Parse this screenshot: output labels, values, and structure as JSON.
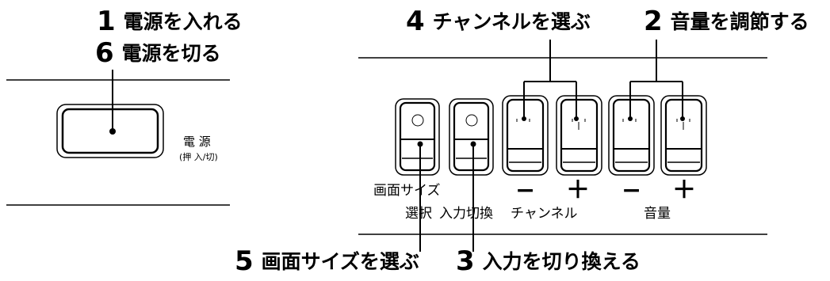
{
  "callouts": [
    {
      "num": "1",
      "text": "電源を入れる"
    },
    {
      "num": "6",
      "text": "電源を切る"
    },
    {
      "num": "4",
      "text": "チャンネルを選ぶ"
    },
    {
      "num": "2",
      "text": "音量を調節する"
    },
    {
      "num": "5",
      "text": "画面サイズを選ぶ"
    },
    {
      "num": "3",
      "text": "入力を切り換える"
    }
  ],
  "panel_labels": {
    "power_main": "電 源",
    "power_sub": "(押 入/切)",
    "screen_size_line1": "画面サイズ",
    "screen_size_line2": "選択",
    "input_switch": "入力切換",
    "channel": "チャンネル",
    "volume": "音量",
    "minus": "−",
    "plus": "＋"
  }
}
